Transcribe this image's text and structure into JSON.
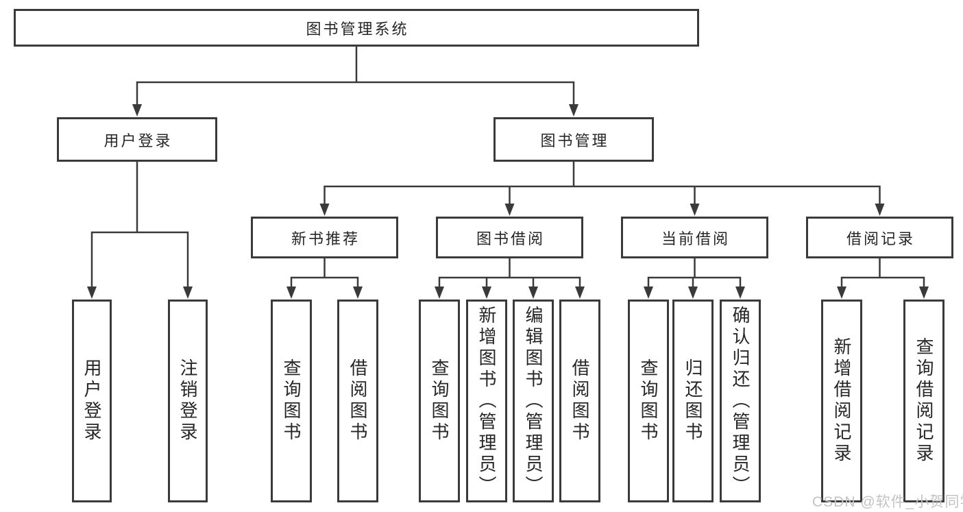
{
  "title": "图书管理系统",
  "watermark": {
    "text": "CSDN @软件_小贺同学",
    "color": "#c3c3c3"
  },
  "colors": {
    "line": "#3a3a3a",
    "text": "#262626",
    "background": "#ffffff"
  },
  "diagram": {
    "nodes": [
      {
        "id": "root",
        "label": "图书管理系统",
        "orientation": "horizontal"
      },
      {
        "id": "user-login-branch",
        "label": "用户登录",
        "orientation": "horizontal"
      },
      {
        "id": "book-management",
        "label": "图书管理",
        "orientation": "horizontal"
      },
      {
        "id": "new-book-recommend",
        "label": "新书推荐",
        "orientation": "horizontal"
      },
      {
        "id": "book-borrowing",
        "label": "图书借阅",
        "orientation": "horizontal"
      },
      {
        "id": "current-borrowing",
        "label": "当前借阅",
        "orientation": "horizontal"
      },
      {
        "id": "borrowing-records",
        "label": "借阅记录",
        "orientation": "horizontal"
      },
      {
        "id": "user-login",
        "label": "用户登录",
        "orientation": "vertical"
      },
      {
        "id": "logout-login",
        "label": "注销登录",
        "orientation": "vertical"
      },
      {
        "id": "query-books-1",
        "label": "查询图书",
        "orientation": "vertical"
      },
      {
        "id": "borrow-books-1",
        "label": "借阅图书",
        "orientation": "vertical"
      },
      {
        "id": "query-books-2",
        "label": "查询图书",
        "orientation": "vertical"
      },
      {
        "id": "add-books-admin",
        "label": "新增图书（管理员）",
        "orientation": "vertical"
      },
      {
        "id": "edit-books-admin",
        "label": "编辑图书（管理员）",
        "orientation": "vertical"
      },
      {
        "id": "borrow-books-2",
        "label": "借阅图书",
        "orientation": "vertical"
      },
      {
        "id": "query-books-3",
        "label": "查询图书",
        "orientation": "vertical"
      },
      {
        "id": "return-books",
        "label": "归还图书",
        "orientation": "vertical"
      },
      {
        "id": "confirm-return-admin",
        "label": "确认归还（管理员）",
        "orientation": "vertical"
      },
      {
        "id": "add-borrow-record",
        "label": "新增借阅记录",
        "orientation": "vertical"
      },
      {
        "id": "query-borrow-record",
        "label": "查询借阅记录",
        "orientation": "vertical"
      }
    ],
    "edges": [
      {
        "parent": "root",
        "children": [
          "user-login-branch",
          "book-management"
        ]
      },
      {
        "parent": "user-login-branch",
        "children": [
          "user-login",
          "logout-login"
        ]
      },
      {
        "parent": "book-management",
        "children": [
          "new-book-recommend",
          "book-borrowing",
          "current-borrowing",
          "borrowing-records"
        ]
      },
      {
        "parent": "new-book-recommend",
        "children": [
          "query-books-1",
          "borrow-books-1"
        ]
      },
      {
        "parent": "book-borrowing",
        "children": [
          "query-books-2",
          "add-books-admin",
          "edit-books-admin",
          "borrow-books-2"
        ]
      },
      {
        "parent": "current-borrowing",
        "children": [
          "query-books-3",
          "return-books",
          "confirm-return-admin"
        ]
      },
      {
        "parent": "borrowing-records",
        "children": [
          "add-borrow-record",
          "query-borrow-record"
        ]
      }
    ]
  }
}
